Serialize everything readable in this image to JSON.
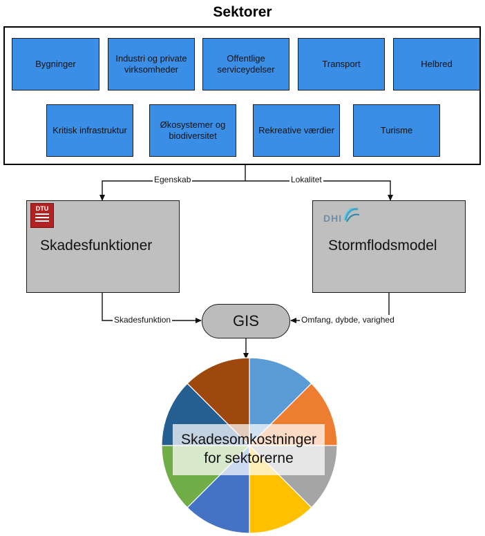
{
  "title": "Sektorer",
  "sectors": [
    "Bygninger",
    "Industri og private virksomheder",
    "Offentlige serviceydelser",
    "Transport",
    "Helbred",
    "Kritisk infrastruktur",
    "Økosystemer og biodiversitet",
    "Rekreative værdier",
    "Turisme"
  ],
  "models": {
    "damage": "Skadesfunktioner",
    "damage_logo_text": "DTU",
    "storm": "Stormflodsmodel",
    "storm_logo_text": "DHI"
  },
  "connectors": {
    "egenskab": "Egenskab",
    "lokalitet": "Lokalitet",
    "skadesfunktion": "Skadesfunktion",
    "omfang": "Omfang, dybde, varighed"
  },
  "gis": "GIS",
  "result": {
    "line1": "Skadesomkostninger",
    "line2": "for sektorerne"
  },
  "colors": {
    "sector_fill": "#3a8ee6",
    "model_fill": "#bfbfbf",
    "dtu_red": "#b22222",
    "dhi_teal": "#3aa6c8",
    "pie_slices": [
      "#5b9bd5",
      "#ed7d31",
      "#a5a5a5",
      "#ffc000",
      "#4472c4",
      "#70ad47",
      "#255e91",
      "#9e480e"
    ]
  }
}
